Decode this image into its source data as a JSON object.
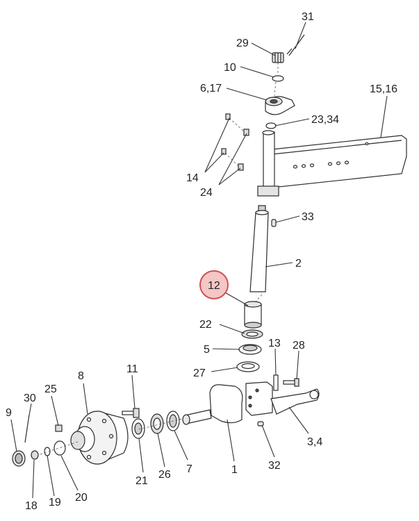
{
  "highlight": {
    "label": "12",
    "fill": "#f4c6c6",
    "stroke": "#d05050"
  },
  "labels": {
    "l31": "31",
    "l29": "29",
    "l10": "10",
    "l617": "6,17",
    "l1516": "15,16",
    "l2334": "23,34",
    "l14": "14",
    "l24": "24",
    "l33": "33",
    "l2": "2",
    "l22": "22",
    "l13": "13",
    "l28": "28",
    "l5": "5",
    "l27": "27",
    "l11": "11",
    "l8": "8",
    "l25": "25",
    "l30": "30",
    "l9": "9",
    "l34": "3,4",
    "l1": "1",
    "l32": "32",
    "l21": "21",
    "l26": "26",
    "l7": "7",
    "l20": "20",
    "l19": "19",
    "l18": "18"
  },
  "colors": {
    "part_fill": "#ffffff",
    "part_shade": "#cfcfcf",
    "dark": "#2b2b2b"
  }
}
